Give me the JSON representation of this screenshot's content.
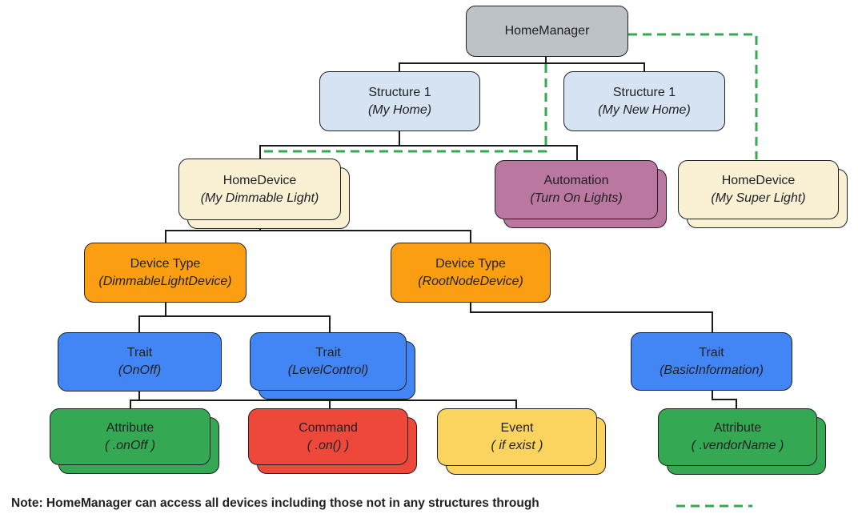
{
  "diagram": {
    "nodes": [
      {
        "id": "home-manager",
        "title": "HomeManager",
        "subtitle": ""
      },
      {
        "id": "structure-my-home",
        "title": "Structure 1",
        "subtitle": "(My Home)"
      },
      {
        "id": "structure-my-new-home",
        "title": "Structure 1",
        "subtitle": "(My New Home)"
      },
      {
        "id": "home-device-dimmable",
        "title": "HomeDevice",
        "subtitle": "(My Dimmable Light)"
      },
      {
        "id": "automation-turn-on",
        "title": "Automation",
        "subtitle": "(Turn On Lights)"
      },
      {
        "id": "home-device-super",
        "title": "HomeDevice",
        "subtitle": "(My Super Light)"
      },
      {
        "id": "device-type-dimmable",
        "title": "Device Type",
        "subtitle": "(DimmableLightDevice)"
      },
      {
        "id": "device-type-rootnode",
        "title": "Device Type",
        "subtitle": "(RootNodeDevice)"
      },
      {
        "id": "trait-onoff",
        "title": "Trait",
        "subtitle": "(OnOff)"
      },
      {
        "id": "trait-levelcontrol",
        "title": "Trait",
        "subtitle": "(LevelControl)"
      },
      {
        "id": "trait-basicinformation",
        "title": "Trait",
        "subtitle": "(BasicInformation)"
      },
      {
        "id": "attribute-onoff",
        "title": "Attribute",
        "subtitle": "( .onOff )"
      },
      {
        "id": "command-on",
        "title": "Command",
        "subtitle": "( .on() )"
      },
      {
        "id": "event-if-exist",
        "title": "Event",
        "subtitle": "( if exist )"
      },
      {
        "id": "attribute-vendorname",
        "title": "Attribute",
        "subtitle": "( .vendorName )"
      }
    ],
    "note": {
      "text": "Note: HomeManager can access all devices including those not in any structures through"
    },
    "colors": {
      "home_manager": "#bdc2c6",
      "structure": "#d5e3f2",
      "home_device": "#faf0d3",
      "automation": "#ba78a1",
      "device_type": "#fb9e12",
      "trait": "#4285f4",
      "attribute": "#34a853",
      "command": "#ee483b",
      "event": "#fbd45f",
      "connector": "#1a1a1a",
      "dashed_link": "#34a853"
    }
  }
}
